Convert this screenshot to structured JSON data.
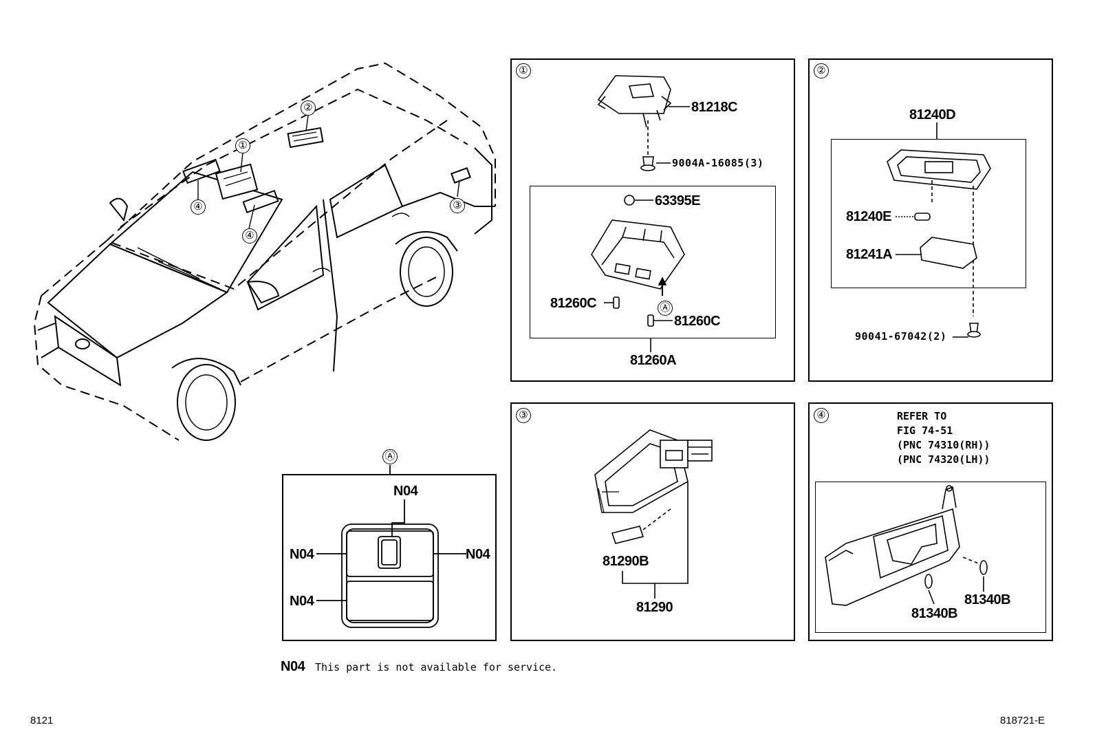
{
  "callouts": [
    "①",
    "②",
    "③",
    "④",
    "Ⓐ"
  ],
  "panel1": {
    "num": "①",
    "parts": {
      "bracket": "81218C",
      "screw": "9004A-16085(3)",
      "bulb": "63395E",
      "clip_left": "81260C",
      "clip_right": "81260C",
      "lamp_assy": "81260A",
      "view": "Ⓐ"
    }
  },
  "panel2": {
    "num": "②",
    "parts": {
      "lamp_assy": "81240D",
      "bulb": "81240E",
      "lens": "81241A",
      "screw": "90041-67042(2)"
    }
  },
  "panel3": {
    "num": "③",
    "parts": {
      "bulb": "81290B",
      "lamp_assy": "81290"
    }
  },
  "panel4": {
    "num": "④",
    "refer": [
      "REFER TO",
      "FIG 74-51",
      "(PNC 74310(RH))",
      "(PNC 74320(LH))"
    ],
    "parts": {
      "holder_left": "81340B",
      "holder_right": "81340B"
    }
  },
  "viewA": {
    "title": "Ⓐ",
    "labels": {
      "top": "N04",
      "left": "N04",
      "right": "N04",
      "bottom_left": "N04"
    }
  },
  "note": {
    "code": "N04",
    "text": "This part is not available for service."
  },
  "footer": {
    "left": "8121",
    "right": "818721-E"
  },
  "car_callouts": {
    "c1": "①",
    "c2": "②",
    "c3": "③",
    "c4a": "④",
    "c4b": "④"
  }
}
